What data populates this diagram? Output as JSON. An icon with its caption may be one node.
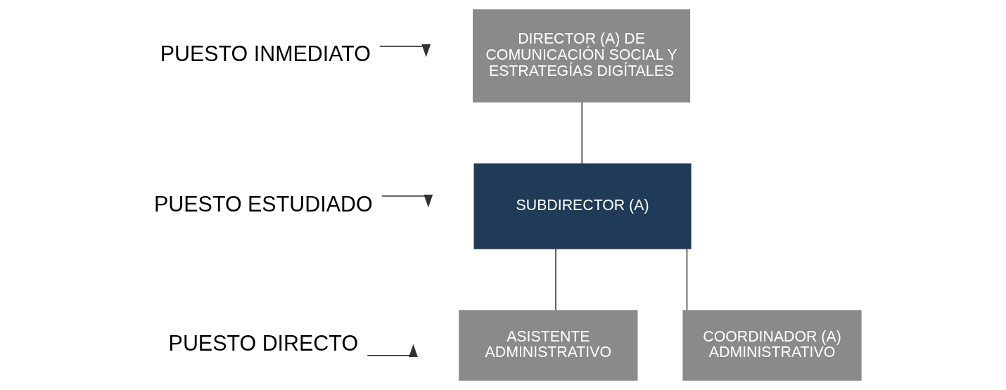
{
  "diagram": {
    "nodes": [
      {
        "text": [
          "PUESTO INMEDIATO"
        ]
      },
      {
        "text": [
          "PUESTO ESTUDIADO"
        ]
      },
      {
        "text": [
          "PUESTO DIRECTO"
        ]
      },
      {
        "text": [
          "DIRECTOR (A) DE COMUNICACIÓN SOCIAL Y ESTRATEGÍAS DIGÍTALES"
        ]
      },
      {
        "text": [
          "SUBDIRECTOR (A)"
        ]
      },
      {
        "text": [
          "ASISTENTE ADMINISTRATIVO"
        ]
      },
      {
        "text": [
          "COORDINADOR (A) ADMINISTRATIVO"
        ]
      }
    ],
    "edges": [
      {
        "from": 0,
        "to": null,
        "arrow": "to"
      },
      {
        "from": 1,
        "to": null,
        "arrow": "to"
      },
      {
        "from": 2,
        "to": null,
        "arrow": "to"
      },
      {
        "from": 3,
        "to": 4,
        "arrow": "none"
      },
      {
        "from": 4,
        "to": 5,
        "arrow": "none"
      },
      {
        "from": 4,
        "to": 6,
        "arrow": "none"
      }
    ]
  }
}
